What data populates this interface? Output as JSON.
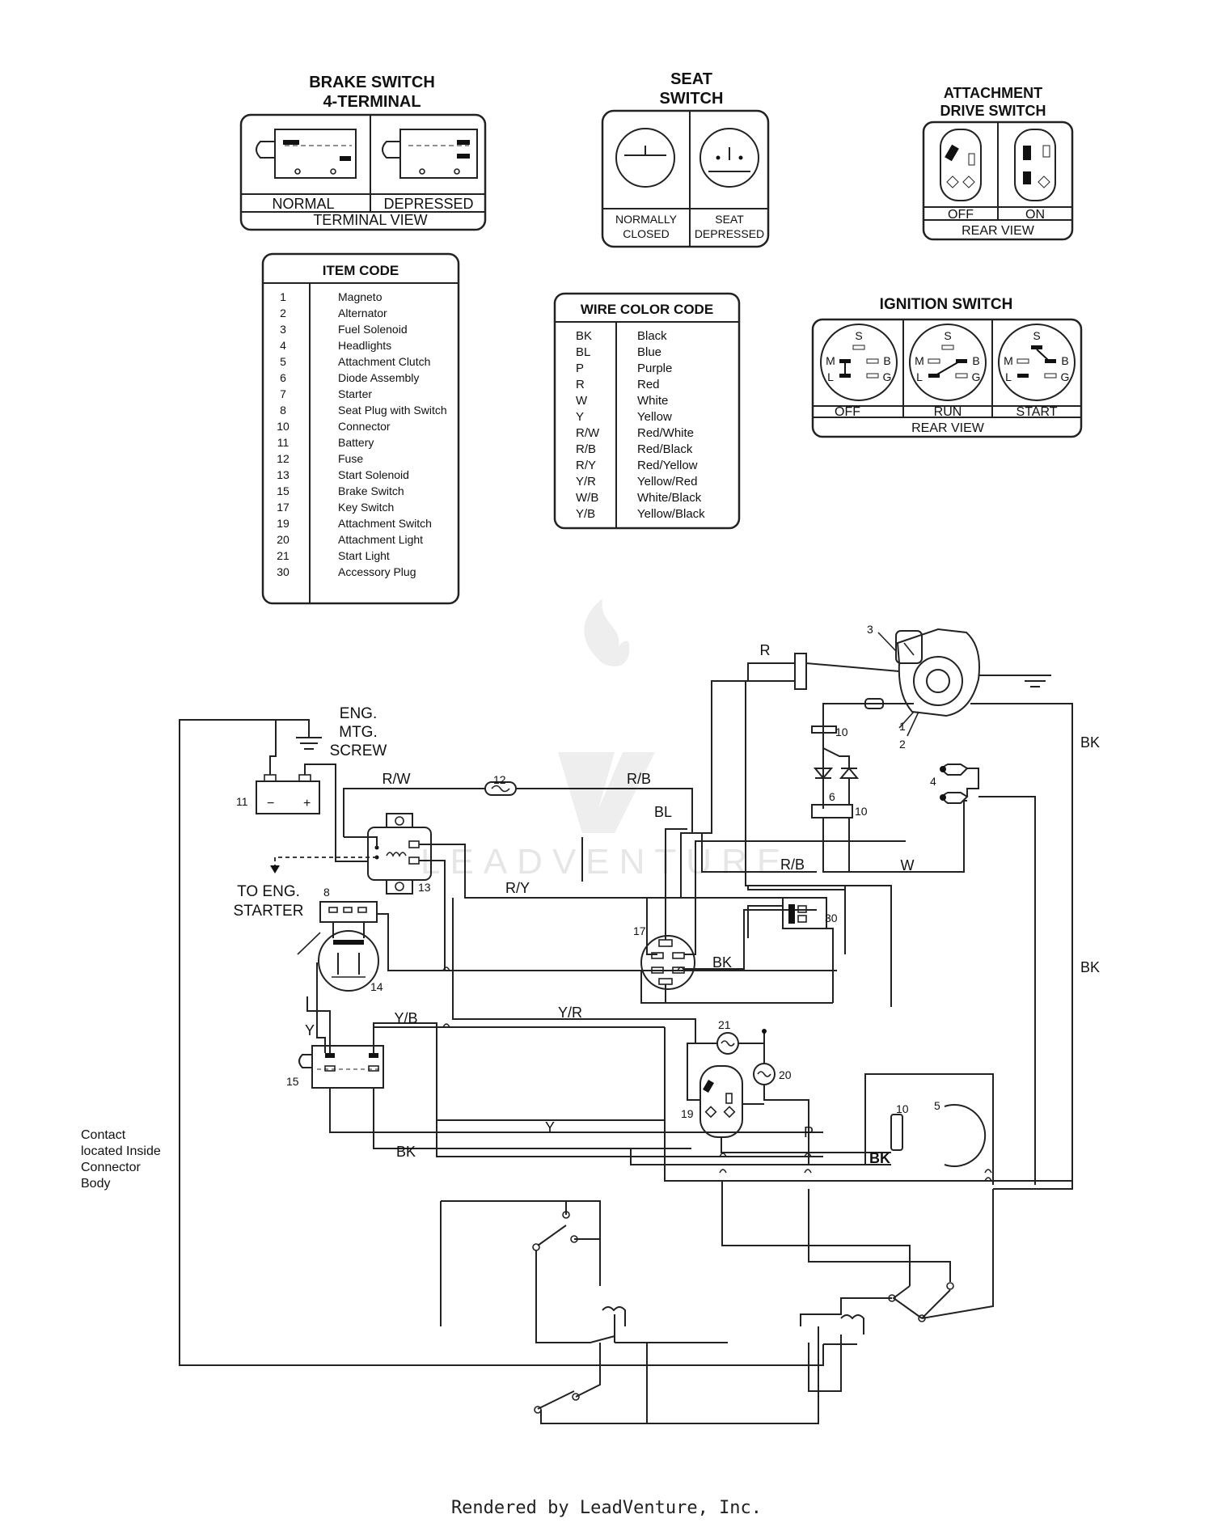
{
  "brake_switch": {
    "title_line1": "BRAKE SWITCH",
    "title_line2": "4-TERMINAL",
    "states": [
      "NORMAL",
      "DEPRESSED"
    ],
    "view": "TERMINAL VIEW"
  },
  "seat_switch": {
    "title_line1": "SEAT",
    "title_line2": "SWITCH",
    "state1_line1": "NORMALLY",
    "state1_line2": "CLOSED",
    "state2_line1": "SEAT",
    "state2_line2": "DEPRESSED"
  },
  "attachment_drive_switch": {
    "title_line1": "ATTACHMENT",
    "title_line2": "DRIVE SWITCH",
    "states": [
      "OFF",
      "ON"
    ],
    "view": "REAR VIEW"
  },
  "ignition_switch": {
    "title": "IGNITION SWITCH",
    "states": [
      "OFF",
      "RUN",
      "START"
    ],
    "view": "REAR VIEW",
    "terminals": [
      "S",
      "M",
      "B",
      "L",
      "G"
    ]
  },
  "item_code": {
    "title": "ITEM CODE",
    "items": [
      {
        "code": "1",
        "name": "Magneto"
      },
      {
        "code": "2",
        "name": "Alternator"
      },
      {
        "code": "3",
        "name": "Fuel Solenoid"
      },
      {
        "code": "4",
        "name": "Headlights"
      },
      {
        "code": "5",
        "name": "Attachment Clutch"
      },
      {
        "code": "6",
        "name": "Diode Assembly"
      },
      {
        "code": "7",
        "name": "Starter"
      },
      {
        "code": "8",
        "name": "Seat Plug with Switch"
      },
      {
        "code": "10",
        "name": "Connector"
      },
      {
        "code": "11",
        "name": "Battery"
      },
      {
        "code": "12",
        "name": "Fuse"
      },
      {
        "code": "13",
        "name": "Start Solenoid"
      },
      {
        "code": "15",
        "name": "Brake Switch"
      },
      {
        "code": "17",
        "name": "Key Switch"
      },
      {
        "code": "19",
        "name": "Attachment Switch"
      },
      {
        "code": "20",
        "name": "Attachment Light"
      },
      {
        "code": "21",
        "name": "Start Light"
      },
      {
        "code": "30",
        "name": "Accessory Plug"
      }
    ]
  },
  "wire_color_code": {
    "title": "WIRE COLOR CODE",
    "items": [
      {
        "code": "BK",
        "color": "Black"
      },
      {
        "code": "BL",
        "color": "Blue"
      },
      {
        "code": "P",
        "color": "Purple"
      },
      {
        "code": "R",
        "color": "Red"
      },
      {
        "code": "W",
        "color": "White"
      },
      {
        "code": "Y",
        "color": "Yellow"
      },
      {
        "code": "R/W",
        "color": "Red/White"
      },
      {
        "code": "R/B",
        "color": "Red/Black"
      },
      {
        "code": "R/Y",
        "color": "Red/Yellow"
      },
      {
        "code": "Y/R",
        "color": "Yellow/Red"
      },
      {
        "code": "W/B",
        "color": "White/Black"
      },
      {
        "code": "Y/B",
        "color": "Yellow/Black"
      }
    ]
  },
  "schematic": {
    "ground_label_line1": "ENG.",
    "ground_label_line2": "MTG.",
    "ground_label_line3": "SCREW",
    "starter_label_line1": "TO ENG.",
    "starter_label_line2": "STARTER",
    "contact_note": [
      "Contact",
      "located Inside",
      "Connector",
      "Body"
    ],
    "battery_minus": "−",
    "battery_plus": "+",
    "wire_labels": {
      "rw": "R/W",
      "rb_top": "R/B",
      "r": "R",
      "bl": "BL",
      "ry": "R/Y",
      "rb_mid": "R/B",
      "w": "W",
      "bk_key": "BK",
      "bk_right1": "BK",
      "bk_right2": "BK",
      "yr": "Y/R",
      "yb": "Y/B",
      "y_left": "Y",
      "y_mid": "Y",
      "bk_bottom": "BK",
      "p": "P",
      "bk_clutch": "BK"
    },
    "callouts": {
      "n1": "1",
      "n2": "2",
      "n3": "3",
      "n4": "4",
      "n5": "5",
      "n6": "6",
      "n8": "8",
      "n10a": "10",
      "n10b": "10",
      "n10c": "10",
      "n11": "11",
      "n12": "12",
      "n13": "13",
      "n14": "14",
      "n15": "15",
      "n17": "17",
      "n19": "19",
      "n20": "20",
      "n21": "21",
      "n30": "30"
    }
  },
  "watermark": "LEADVENTURE",
  "footer": "Rendered by LeadVenture, Inc."
}
